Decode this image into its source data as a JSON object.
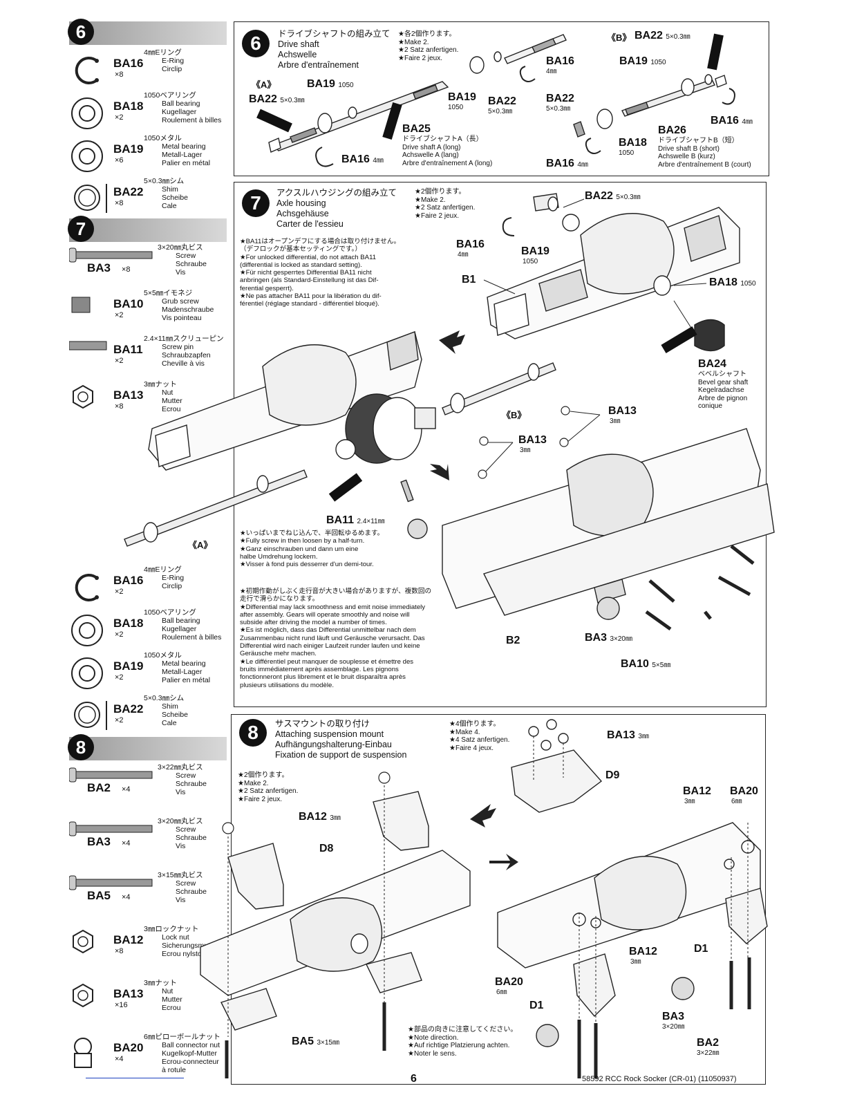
{
  "page_number": "6",
  "footer_text": "58592 RCC Rock Socker (CR-01) (11050937)",
  "left_column": {
    "step6": {
      "number": "6",
      "parts": [
        {
          "code": "BA16",
          "qty": "×8",
          "name": "4㎜Eリング",
          "desc": [
            "E-Ring",
            "Circlip"
          ],
          "shape": "eclip"
        },
        {
          "code": "BA18",
          "qty": "×2",
          "name": "1050ベアリング",
          "desc": [
            "Ball bearing",
            "Kugellager",
            "Roulement à billes"
          ],
          "shape": "ring"
        },
        {
          "code": "BA19",
          "qty": "×6",
          "name": "1050メタル",
          "desc": [
            "Metal bearing",
            "Metall-Lager",
            "Palier en métal"
          ],
          "shape": "ring"
        },
        {
          "code": "BA22",
          "qty": "×8",
          "name": "5×0.3㎜シム",
          "desc": [
            "Shim",
            "Scheibe",
            "Cale"
          ],
          "shape": "thinring"
        }
      ]
    },
    "step7a": {
      "number": "7",
      "parts": [
        {
          "code": "BA3",
          "qty": "×8",
          "name": "3×20㎜丸ビス",
          "desc": [
            "Screw",
            "Schraube",
            "Vis"
          ],
          "shape": "screw"
        },
        {
          "code": "BA10",
          "qty": "×2",
          "name": "5×5㎜イモネジ",
          "desc": [
            "Grub screw",
            "Madenschraube",
            "Vis pointeau"
          ],
          "shape": "grub"
        },
        {
          "code": "BA11",
          "qty": "×2",
          "name": "2.4×11㎜スクリューピン",
          "desc": [
            "Screw pin",
            "Schraubzapfen",
            "Cheville à vis"
          ],
          "shape": "pin"
        },
        {
          "code": "BA13",
          "qty": "×8",
          "name": "3㎜ナット",
          "desc": [
            "Nut",
            "Mutter",
            "Ecrou"
          ],
          "shape": "nut"
        }
      ]
    },
    "step7b": {
      "parts": [
        {
          "code": "BA16",
          "qty": "×2",
          "name": "4㎜Eリング",
          "desc": [
            "E-Ring",
            "Circlip"
          ],
          "shape": "eclip"
        },
        {
          "code": "BA18",
          "qty": "×2",
          "name": "1050ベアリング",
          "desc": [
            "Ball bearing",
            "Kugellager",
            "Roulement à billes"
          ],
          "shape": "ring"
        },
        {
          "code": "BA19",
          "qty": "×2",
          "name": "1050メタル",
          "desc": [
            "Metal bearing",
            "Metall-Lager",
            "Palier en métal"
          ],
          "shape": "ring"
        },
        {
          "code": "BA22",
          "qty": "×2",
          "name": "5×0.3㎜シム",
          "desc": [
            "Shim",
            "Scheibe",
            "Cale"
          ],
          "shape": "thinring"
        }
      ]
    },
    "step8": {
      "number": "8",
      "parts": [
        {
          "code": "BA2",
          "qty": "×4",
          "name": "3×22㎜丸ビス",
          "desc": [
            "Screw",
            "Schraube",
            "Vis"
          ],
          "shape": "screw"
        },
        {
          "code": "BA3",
          "qty": "×4",
          "name": "3×20㎜丸ビス",
          "desc": [
            "Screw",
            "Schraube",
            "Vis"
          ],
          "shape": "screw"
        },
        {
          "code": "BA5",
          "qty": "×4",
          "name": "3×15㎜丸ビス",
          "desc": [
            "Screw",
            "Schraube",
            "Vis"
          ],
          "shape": "screw"
        },
        {
          "code": "BA12",
          "qty": "×8",
          "name": "3㎜ロックナット",
          "desc": [
            "Lock nut",
            "Sicherungsmutter",
            "Ecrou nylstop"
          ],
          "shape": "nut"
        },
        {
          "code": "BA13",
          "qty": "×16",
          "name": "3㎜ナット",
          "desc": [
            "Nut",
            "Mutter",
            "Ecrou"
          ],
          "shape": "nut"
        },
        {
          "code": "BA20",
          "qty": "×4",
          "name": "6㎜ピローボールナット",
          "desc": [
            "Ball connector nut",
            "Kugelkopf-Mutter",
            "Ecrou-connecteur",
            "à rotule"
          ],
          "shape": "ball"
        }
      ]
    }
  },
  "step6_panel": {
    "number": "6",
    "title": [
      "ドライブシャフトの組み立て",
      "Drive shaft",
      "Achswelle",
      "Arbre d'entraînement"
    ],
    "note": [
      "★各2個作ります。",
      "★Make 2.",
      "★2 Satz anfertigen.",
      "★Faire 2 jeux."
    ],
    "labels": {
      "A": "《A》",
      "B": "《B》",
      "ba22a": "BA22",
      "ba22a_s": "5×0.3㎜",
      "ba19a": "BA19",
      "ba19a_s": "1050",
      "ba16a": "BA16",
      "ba16a_s": "4㎜",
      "ba25": "BA25",
      "ba25_s": [
        "ドライブシャフトA（長）",
        "Drive shaft A (long)",
        "Achswelle A (lang)",
        "Arbre d'entraînement A (long)"
      ],
      "ba19m": "BA19",
      "ba19m_s": "1050",
      "ba22m": "BA22",
      "ba22m_s": "5×0.3㎜",
      "ba16m": "BA16",
      "ba16m_s": "4㎜",
      "ba22b": "BA22",
      "ba22b_s": "5×0.3㎜",
      "ba19b": "BA19",
      "ba19b_s": "1050",
      "ba22c": "BA22",
      "ba22c_s": "5×0.3㎜",
      "ba18b": "BA18",
      "ba18b_s": "1050",
      "ba16b": "BA16",
      "ba16b_s": "4㎜",
      "ba16c": "BA16",
      "ba16c_s": "4㎜",
      "ba26": "BA26",
      "ba26_s": [
        "ドライブシャフトB（短）",
        "Drive shaft B (short)",
        "Achswelle B (kurz)",
        "Arbre d'entraînement B (court)"
      ]
    }
  },
  "step7_panel": {
    "number": "7",
    "title": [
      "アクスルハウジングの組み立て",
      "Axle housing",
      "Achsgehäuse",
      "Carter de l'essieu"
    ],
    "note": [
      "★2個作ります。",
      "★Make 2.",
      "★2 Satz anfertigen.",
      "★Faire 2 jeux."
    ],
    "info": [
      "★BA11はオープンデフにする場合は取り付けません。",
      "（デフロックが基本セッティングです。）",
      "★For unlocked differential, do not attach BA11",
      "(differential is locked as standard setting).",
      "★Für nicht gesperrtes Differential BA11 nicht",
      "anbringen (als Standard-Einstellung ist das Dif-",
      "ferential gesperrt).",
      "★Ne pas attacher BA11 pour la libération du dif-",
      "férentiel (réglage standard - différentiel bloqué)."
    ],
    "screw_note": [
      "★いっぱいまでねじ込んで、半回転ゆるめます。",
      "★Fully screw in then loosen by a half-turn.",
      "★Ganz einschrauben und dann um eine",
      "halbe Umdrehung lockern.",
      "★Visser à fond puis desserrer d'un demi-tour."
    ],
    "diff_note": [
      "★初期作動がしぶく走行音が大きい場合がありますが、複数回の",
      "走行で滑らかになります。",
      "★Differential may lack smoothness and emit noise immediately",
      "after assembly. Gears will operate smoothly and noise will",
      "subside after driving the model a number of times.",
      "★Es ist möglich, dass das Differential unmittelbar nach dem",
      "Zusammenbau nicht rund läuft und Geräusche verursacht. Das",
      "Differential wird nach einiger Laufzeit runder laufen und keine",
      "Geräusche mehr machen.",
      "★Le différentiel peut manquer de souplesse et émettre des",
      "bruits immédiatement après assemblage. Les pignons",
      "fonctionneront plus librement et le bruit disparaîtra après",
      "plusieurs utilisations du modèle."
    ],
    "labels": {
      "ba22": "BA22",
      "ba22_s": "5×0.3㎜",
      "ba16": "BA16",
      "ba16_s": "4㎜",
      "ba19": "BA19",
      "ba19_s": "1050",
      "b1": "B1",
      "ba18": "BA18",
      "ba18_s": "1050",
      "ba24": "BA24",
      "ba24_s": [
        "ベベルシャフト",
        "Bevel gear shaft",
        "Kegelradachse",
        "Arbre de pignon",
        "conique"
      ],
      "B": "《B》",
      "A": "《A》",
      "ba13a": "BA13",
      "ba13a_s": "3㎜",
      "ba13b": "BA13",
      "ba13b_s": "3㎜",
      "ba11": "BA11",
      "ba11_s": "2.4×11㎜",
      "b2": "B2",
      "ba3": "BA3",
      "ba3_s": "3×20㎜",
      "ba10": "BA10",
      "ba10_s": "5×5㎜"
    }
  },
  "step8_panel": {
    "number": "8",
    "title": [
      "サスマウントの取り付け",
      "Attaching suspension mount",
      "Aufhängungshalterung-Einbau",
      "Fixation de support de suspension"
    ],
    "note2": [
      "★2個作ります。",
      "★Make 2.",
      "★2 Satz anfertigen.",
      "★Faire 2 jeux."
    ],
    "note4": [
      "★4個作ります。",
      "★Make 4.",
      "★4 Satz anfertigen.",
      "★Faire 4 jeux."
    ],
    "direction_note": [
      "★部品の向きに注意してください。",
      "★Note direction.",
      "★Auf richtige Platzierung achten.",
      "★Noter le sens."
    ],
    "labels": {
      "ba13": "BA13",
      "ba13_s": "3㎜",
      "d9": "D9",
      "ba12a": "BA12",
      "ba12a_s": "3㎜",
      "d8": "D8",
      "ba12b": "BA12",
      "ba12b_s": "3㎜",
      "ba20a": "BA20",
      "ba20a_s": "6㎜",
      "ba12c": "BA12",
      "ba12c_s": "3㎜",
      "d1a": "D1",
      "d1b": "D1",
      "ba20b": "BA20",
      "ba20b_s": "6㎜",
      "ba5": "BA5",
      "ba5_s": "3×15㎜",
      "ba3": "BA3",
      "ba3_s": "3×20㎜",
      "ba2": "BA2",
      "ba2_s": "3×22㎜"
    }
  }
}
